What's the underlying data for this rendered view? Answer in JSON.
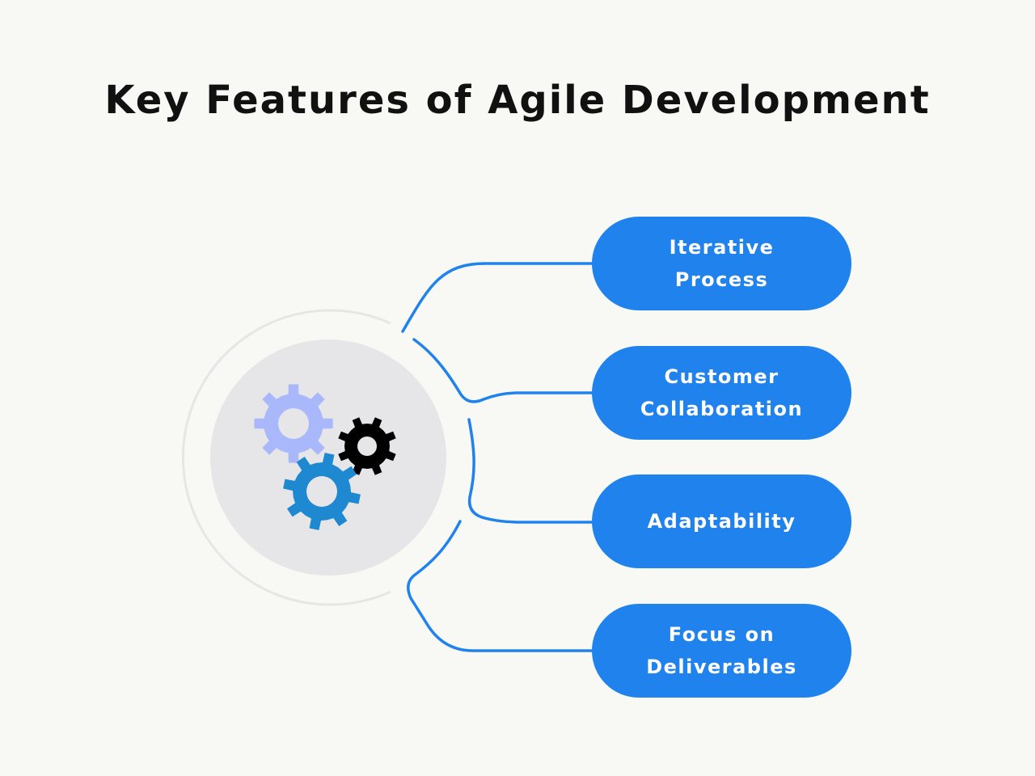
{
  "title": "Key Features of Agile Development",
  "features": [
    {
      "label": "Iterative Process"
    },
    {
      "label": "Customer Collaboration"
    },
    {
      "label": "Adaptability"
    },
    {
      "label": "Focus on Deliverables"
    }
  ],
  "colors": {
    "accent": "#1f82ed",
    "gear_light": "#a9b8fb",
    "gear_dark": "#000000",
    "gear_blue": "#1e88d0",
    "hub": "#e6e6e8"
  },
  "icons": [
    "gears-icon"
  ]
}
